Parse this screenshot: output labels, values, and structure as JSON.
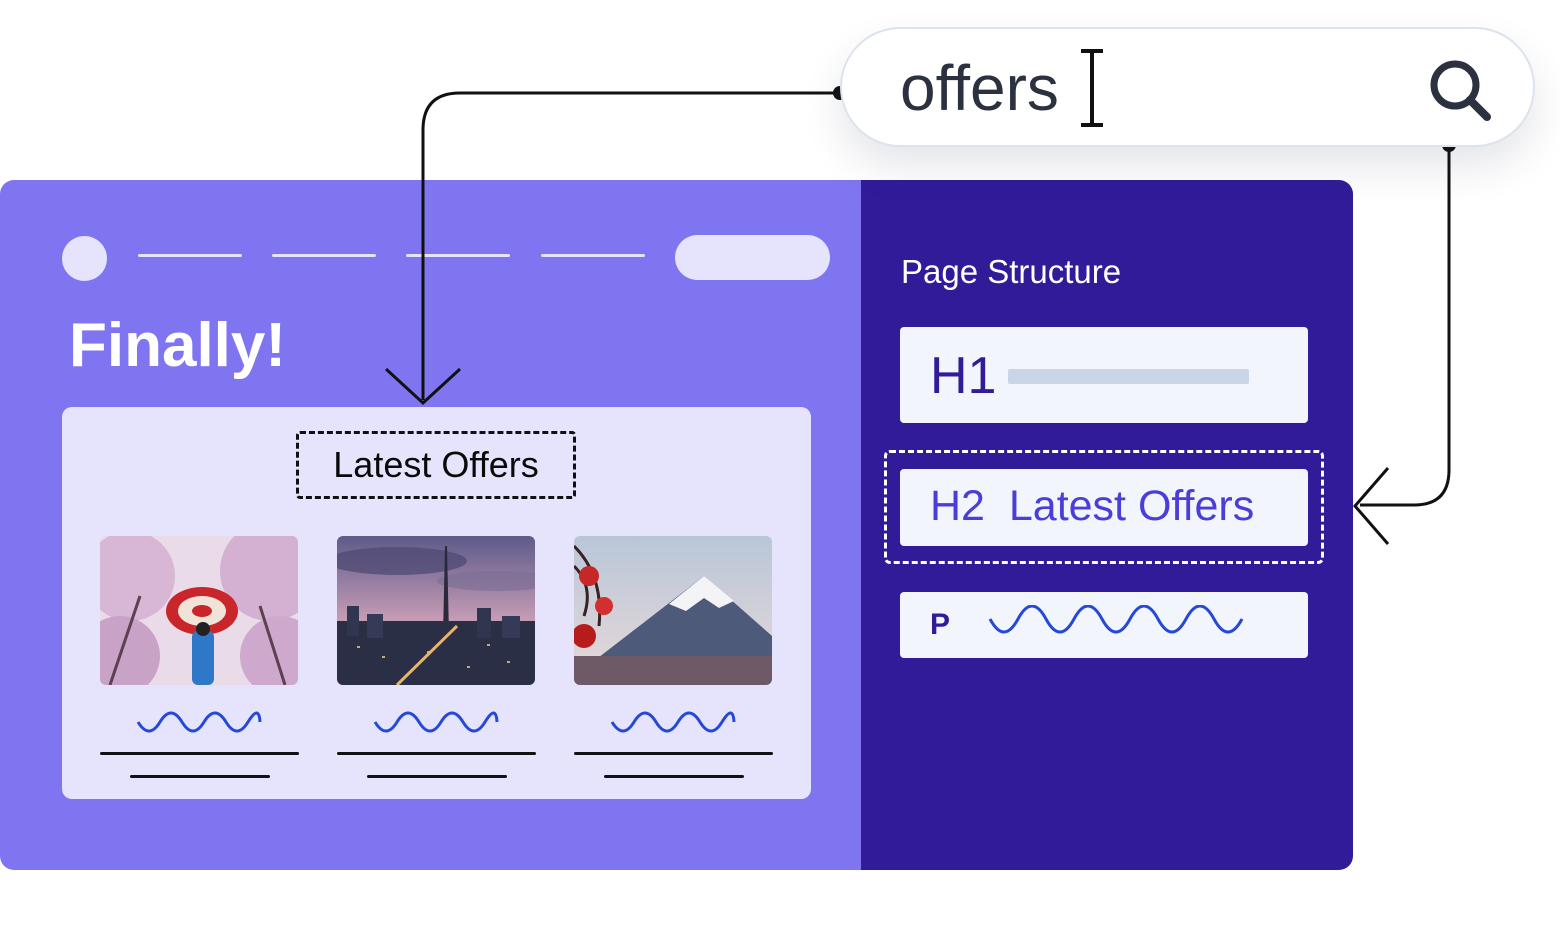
{
  "search": {
    "query": "offers",
    "icon": "search-icon"
  },
  "site": {
    "hero_title": "Finally!",
    "section_heading": "Latest Offers",
    "thumbnails": [
      {
        "icon": "cherry-blossom-umbrella-image"
      },
      {
        "icon": "city-skyline-tower-image"
      },
      {
        "icon": "mount-fuji-image"
      }
    ]
  },
  "structure": {
    "title": "Page Structure",
    "h1_tag": "H1",
    "h2_text": "H2  Latest Offers",
    "p_tag": "P"
  },
  "colors": {
    "site_bg": "#8075f0",
    "structure_bg": "#311b98",
    "card_bg": "#e6e3fd",
    "wave": "#2449d8",
    "h2_text": "#4a3ed8"
  }
}
